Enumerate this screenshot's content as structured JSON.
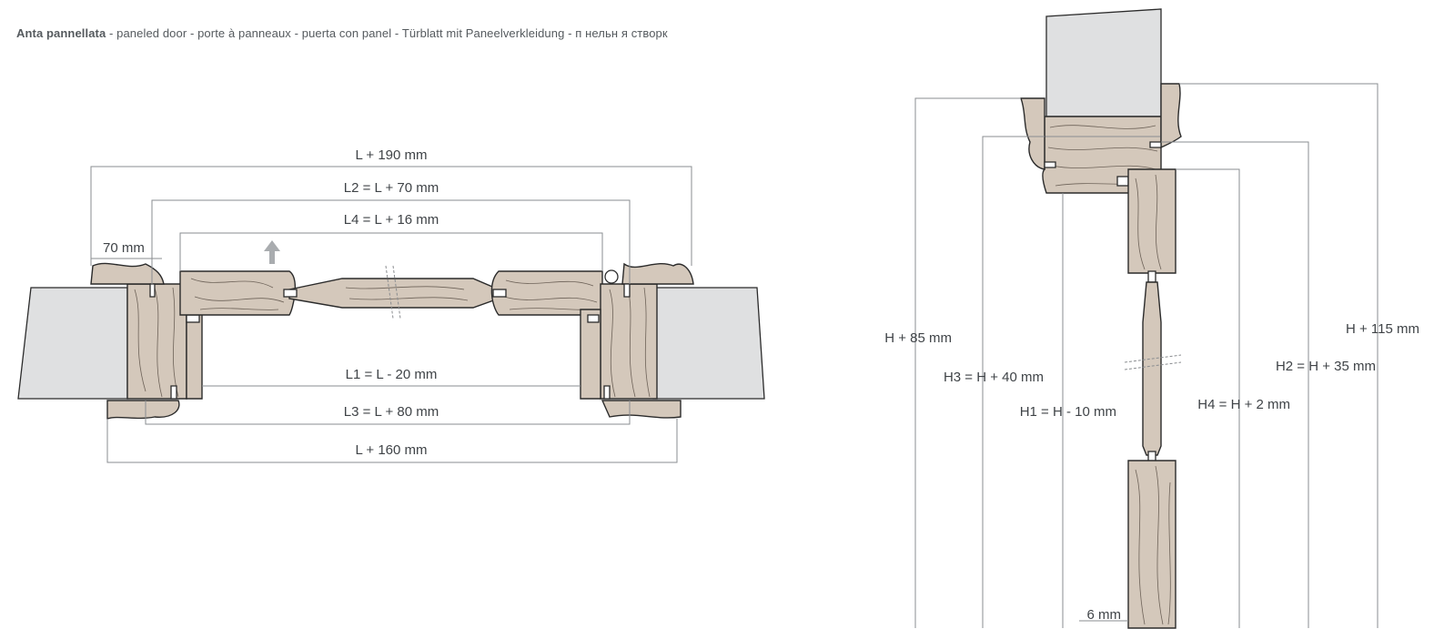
{
  "title": {
    "bold": "Anta pannellata",
    "rest": " - paneled door - porte à panneaux - puerta con panel - Türblatt mit Paneelverkleidung - п  нельн  я створк"
  },
  "plan_view": {
    "dims": {
      "l_190": "L + 190 mm",
      "l2": "L2 = L + 70 mm",
      "l4": "L4 = L + 16 mm",
      "mm70": "70 mm",
      "l1": "L1 = L - 20 mm",
      "l3": "L3 = L + 80 mm",
      "l_160": "L + 160 mm"
    }
  },
  "section_view": {
    "dims": {
      "h85": "H + 85 mm",
      "h3": "H3 = H + 40 mm",
      "h1": "H1 = H - 10 mm",
      "h4": "H4 = H + 2 mm",
      "h2": "H2 = H + 35 mm",
      "h115": "H + 115 mm",
      "mm6": "6 mm"
    }
  },
  "colors": {
    "wood": "#d4c8bb",
    "wall": "#dfe0e1",
    "dimension_line": "#8a8d90",
    "text": "#3f4347"
  }
}
